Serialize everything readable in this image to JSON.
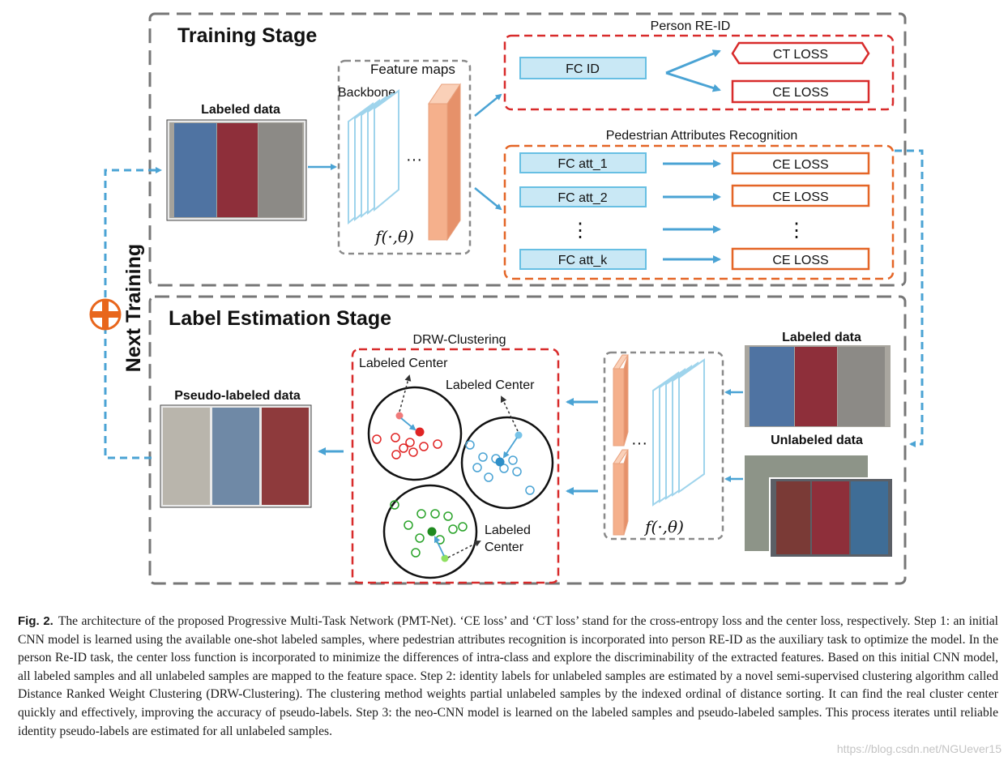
{
  "stages": {
    "training": "Training Stage",
    "label_estimation": "Label Estimation Stage",
    "next_training": "Next Training"
  },
  "training": {
    "labeled_data": "Labeled data",
    "backbone": "Backbone",
    "feature_maps": "Feature maps",
    "function": "f(·,θ)",
    "ellipsis": "···",
    "reid": {
      "title": "Person RE-ID",
      "fc": "FC ID",
      "ct_loss": "CT LOSS",
      "ce_loss": "CE LOSS"
    },
    "par": {
      "title": "Pedestrian Attributes Recognition",
      "rows": [
        {
          "fc": "FC att_1",
          "loss": "CE LOSS"
        },
        {
          "fc": "FC att_2",
          "loss": "CE LOSS"
        },
        {
          "fc": "FC att_k",
          "loss": "CE LOSS"
        }
      ],
      "vdots": "⋮"
    }
  },
  "estimation": {
    "labeled_data": "Labeled data",
    "unlabeled_data": "Unlabeled data",
    "pseudo_labeled_data": "Pseudo-labeled data",
    "function": "f(·,θ)",
    "ellipsis": "···",
    "drw": {
      "title": "DRW-Clustering",
      "center_1": "Labeled Center",
      "center_2": "Labeled Center",
      "center_3_line1": "Labeled",
      "center_3_line2": "Center"
    }
  },
  "colors": {
    "red": "#d82b2b",
    "orange": "#e46526",
    "blue": "#4aa3d4",
    "green": "#2aa32a",
    "fc_fill": "#c9e8f5",
    "fc_stroke": "#67bfe3",
    "feature_fill": "#f5b08c",
    "add_icon": "#e8661c"
  },
  "caption": {
    "label": "Fig. 2.",
    "text": "The architecture of the proposed Progressive Multi-Task Network (PMT-Net). ‘CE loss’ and ‘CT loss’ stand for the cross-entropy loss and the center loss, respectively. Step 1: an initial CNN model is learned using the available one-shot labeled samples, where pedestrian attributes recognition is incorporated into person RE-ID as the auxiliary task to optimize the model. In the person Re-ID task, the center loss function is incorporated to minimize the differences of intra-class and explore the discriminability of the extracted features. Based on this initial CNN model, all labeled samples and all unlabeled samples are mapped to the feature space. Step 2: identity labels for unlabeled samples are estimated by a novel semi-supervised clustering algorithm called Distance Ranked Weight Clustering (DRW-Clustering). The clustering method weights partial unlabeled samples by the indexed ordinal of distance sorting. It can find the real cluster center quickly and effectively, improving the accuracy of pseudo-labels. Step 3: the neo-CNN model is learned on the labeled samples and pseudo-labeled samples. This process iterates until reliable identity pseudo-labels are estimated for all unlabeled samples."
  },
  "watermark": "https://blog.csdn.net/NGUever15"
}
